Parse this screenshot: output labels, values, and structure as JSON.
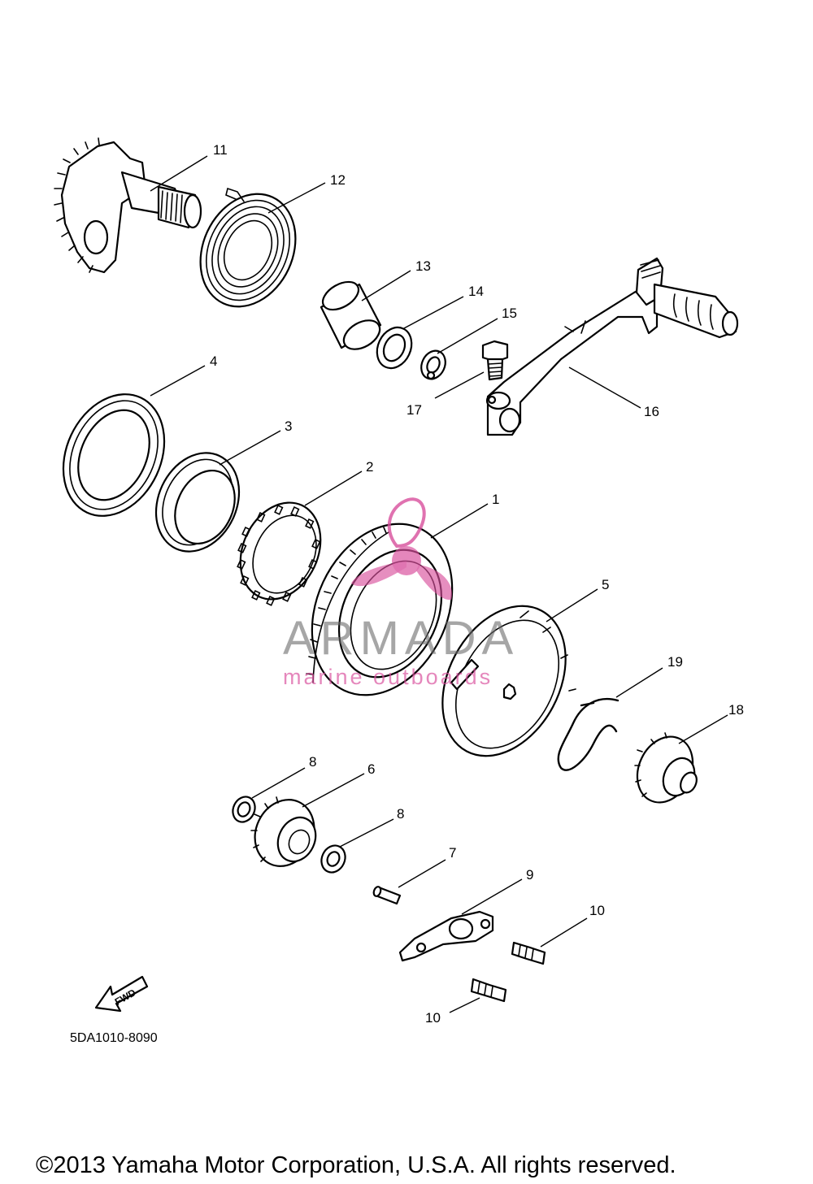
{
  "diagram": {
    "callouts": {
      "c1": "1",
      "c2": "2",
      "c3": "3",
      "c4": "4",
      "c5": "5",
      "c6": "6",
      "c7": "7",
      "c8a": "8",
      "c8b": "8",
      "c9": "9",
      "c10a": "10",
      "c10b": "10",
      "c11": "11",
      "c12": "12",
      "c13": "13",
      "c14": "14",
      "c15": "15",
      "c16": "16",
      "c17": "17",
      "c18": "18",
      "c19": "19"
    },
    "fwd_label": "FWD",
    "diagram_code": "5DA1010-8090"
  },
  "watermark": {
    "brand": "ARMADA",
    "tagline": "marine outboards",
    "colors": {
      "accent": "#d84f9c",
      "gray": "#6b6b6b"
    }
  },
  "footer": {
    "copyright": "©2013 Yamaha Motor Corporation, U.S.A. All rights reserved."
  }
}
